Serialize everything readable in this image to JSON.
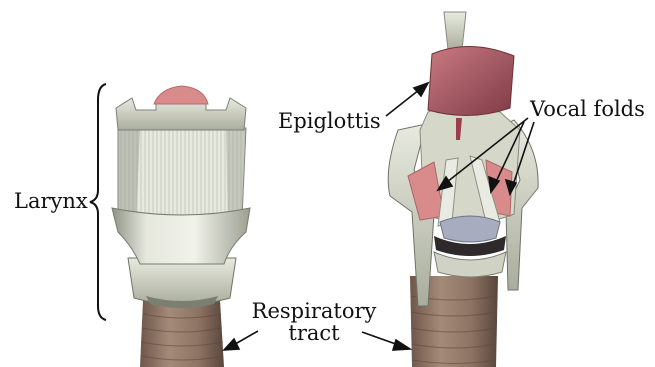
{
  "labels": {
    "larynx": "Larynx",
    "epiglottis": "Epiglottis",
    "vocal_folds": "Vocal folds",
    "respiratory_line1": "Respiratory",
    "respiratory_line2": "tract"
  },
  "colors": {
    "cartilage": "#d9dccd",
    "cartilage_shade": "#9ea293",
    "fiber": "#e9ebe2",
    "pink": "#d98a8a",
    "epiglottis": "#b8626a",
    "trachea": "#9a7f6e",
    "trachea_dark": "#5e4a40",
    "glottis_blue": "#a7adbf",
    "ink": "#111111"
  }
}
